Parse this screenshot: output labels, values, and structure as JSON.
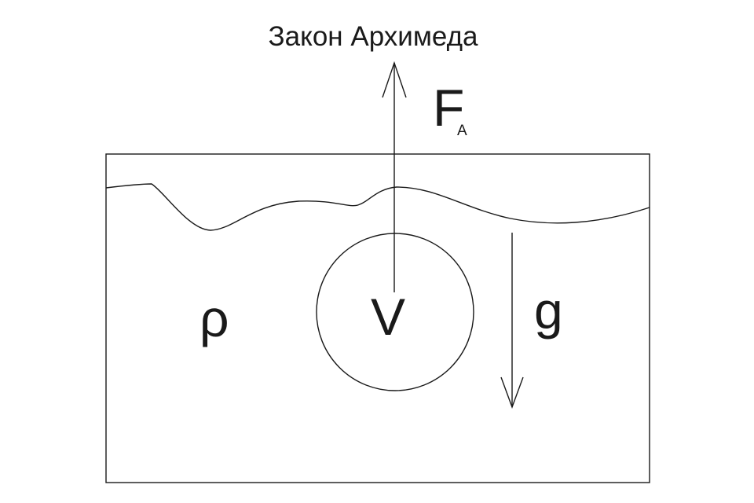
{
  "title": "Закон Архимеда",
  "labels": {
    "force_main": "F",
    "force_sub": "A",
    "density": "ρ",
    "volume": "V",
    "gravity": "g"
  }
}
